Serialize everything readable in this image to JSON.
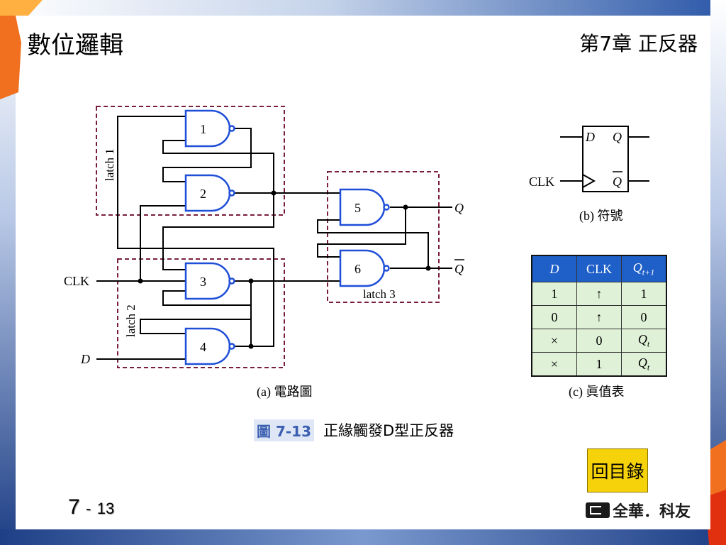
{
  "header": {
    "slide_title": "數位邏輯",
    "chapter": "第7章 正反器"
  },
  "circuit": {
    "gates": [
      "1",
      "2",
      "3",
      "4",
      "5",
      "6"
    ],
    "latch_labels": [
      "latch 1",
      "latch 2",
      "latch 3"
    ],
    "inputs": {
      "clk": "CLK",
      "d": "D"
    },
    "outputs": {
      "q": "Q",
      "q_bar": "Q"
    },
    "caption": "(a) 電路圖"
  },
  "symbol": {
    "pins": {
      "d": "D",
      "q": "Q",
      "q_bar": "Q",
      "clk": "CLK"
    },
    "caption": "(b) 符號"
  },
  "truth_table": {
    "headers": [
      "D",
      "CLK",
      "Q"
    ],
    "header_subscript": "t+1",
    "rows": [
      [
        "1",
        "↑",
        "1"
      ],
      [
        "0",
        "↑",
        "0"
      ],
      [
        "×",
        "0",
        "Q"
      ],
      [
        "×",
        "1",
        "Q"
      ]
    ],
    "row_subscripts": [
      "",
      "",
      "t",
      "t"
    ],
    "caption": "(c) 眞值表"
  },
  "figure": {
    "label": "圖 7-13",
    "title": "正緣觸發D型正反器"
  },
  "toc_button": "回目錄",
  "page_number": {
    "chapter": "7",
    "dash": "-",
    "page": "13"
  },
  "publisher": "全華．科友",
  "colors": {
    "gate_blue": "#1f4fd8",
    "latch_border": "#7a1f3a",
    "table_header": "#1f5fc8",
    "table_body": "#dff2d8",
    "toc_yellow": "#f5d20a"
  }
}
